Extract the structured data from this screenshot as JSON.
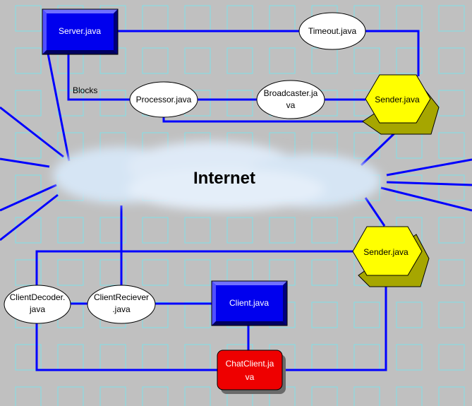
{
  "colors": {
    "background": "#c0c0c0",
    "grid": "#7fe0e8",
    "link": "#0000ff",
    "server_box": "#0000ee",
    "sender_hex": "#ffff00",
    "chatclient_box": "#ee0000",
    "oval_fill": "#ffffff"
  },
  "cloud": {
    "label": "Internet"
  },
  "nodes": {
    "server": {
      "label": "Server.java"
    },
    "timeout": {
      "label": "Timeout.java"
    },
    "processor": {
      "label": "Processor.java"
    },
    "broadcaster": {
      "line1": "Broadcaster.ja",
      "line2": "va"
    },
    "sender_top": {
      "label": "Sender.java"
    },
    "sender_bottom": {
      "label": "Sender.java"
    },
    "client_decoder": {
      "line1": "ClientDecoder.",
      "line2": "java"
    },
    "client_reciever": {
      "line1": "ClientReciever",
      "line2": ".java"
    },
    "client": {
      "label": "Client.java"
    },
    "chat_client": {
      "line1": "ChatClient.ja",
      "line2": "va"
    }
  },
  "edge_labels": {
    "blocks": "Blocks"
  }
}
